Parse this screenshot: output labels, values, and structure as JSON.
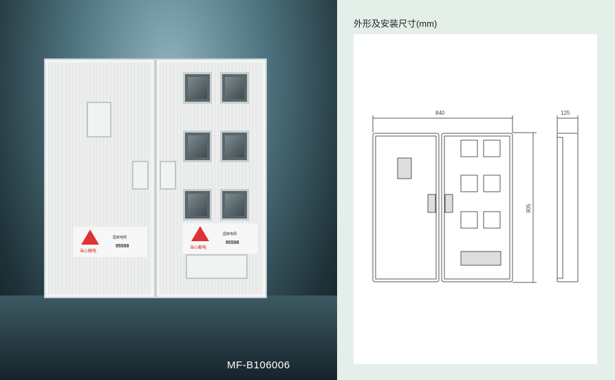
{
  "photo": {
    "model": "MF-B106006",
    "warning_text": "当心触电",
    "org_text": "国家电网",
    "hotline": "95598"
  },
  "drawing": {
    "title": "外形及安装尺寸(mm)",
    "width_label": "840",
    "depth_label": "125",
    "height_label": "905"
  }
}
